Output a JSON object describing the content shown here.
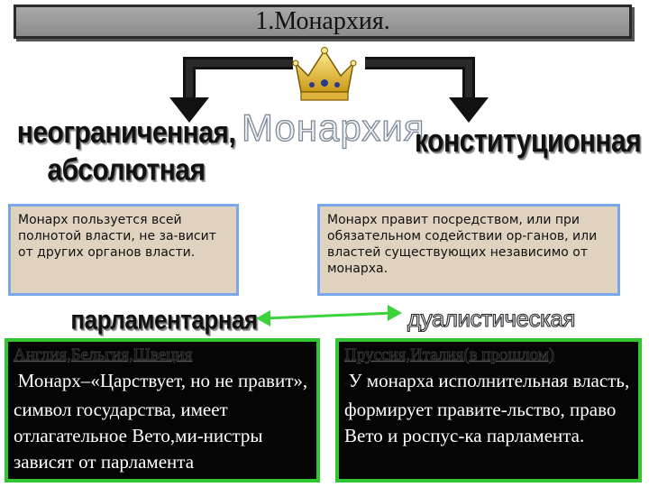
{
  "title": "1.Монархия.",
  "center_label": "Монархия",
  "left_label": "неограниченная, абсолютная",
  "right_label": "конституционная",
  "left_description": "Монарх пользуется всей полнотой власти, не за-висит от других органов власти.",
  "right_description": "Монарх правит посредством, или при обязательном содействии ор-ганов, или властей существующих независимо от монарха.",
  "parliamentary_label": "парламентарная",
  "dualistic_label": "дуалистическая",
  "parliamentary_box": {
    "heading": "Англия,Бельгия,Швеция",
    "bullet": "-",
    "body": "Монарх–«Царствует, но не правит», символ государства, имеет отлагательное Вето,ми-нистры зависят от парламента"
  },
  "dualistic_box": {
    "heading": "Пруссия,Италия(в прошлом)",
    "bullet": "-",
    "body": "У монарха исполнительная власть, формирует правите-льство, право Вето и роспус-ка парламента."
  },
  "icons": [
    "crown-icon",
    "arrow-down-left-icon",
    "arrow-down-right-icon",
    "double-arrow-icon"
  ],
  "colors": {
    "title_bar": "#9a9a9a",
    "desc_box_bg": "#dfd3bf",
    "desc_box_border": "#7aa7ea",
    "dark_box_bg": "#050505",
    "dark_box_border": "#32c532",
    "green_arrow": "#3cd23c"
  }
}
